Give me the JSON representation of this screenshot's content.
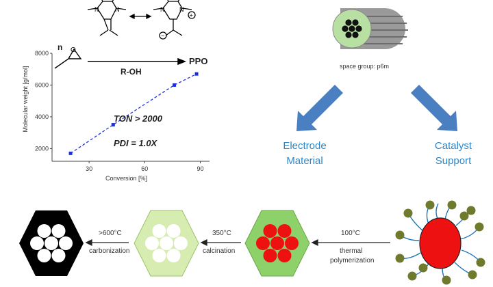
{
  "plot": {
    "reaction": {
      "monomer_label": "n",
      "product": "PPO",
      "reagent": "R-OH"
    },
    "annotations": {
      "ton": "TON > 2000",
      "pdi": "PDI = 1.0X"
    }
  },
  "chart_data": {
    "type": "scatter",
    "xlabel": "Conversion [%]",
    "ylabel": "Molecular weight  [g/mol]",
    "xticks": [
      "30",
      "60",
      "90"
    ],
    "yticks": [
      "2000",
      "4000",
      "6000",
      "8000"
    ],
    "xlim": [
      10,
      95
    ],
    "ylim": [
      1200,
      8000
    ],
    "x": [
      20,
      43,
      76,
      88
    ],
    "y": [
      1700,
      3500,
      6000,
      6700
    ],
    "trendline": "dashed"
  },
  "mesopore": {
    "space_group": "space group:  p6m",
    "targets": [
      {
        "line1": "Electrode",
        "line2": "Material"
      },
      {
        "line1": "Catalyst",
        "line2": "Support"
      }
    ]
  },
  "process": {
    "steps": [
      {
        "temp": "100°C",
        "line1": "thermal",
        "line2": "polymerization"
      },
      {
        "temp": "350°C",
        "line1": "calcination"
      },
      {
        "temp": ">600°C",
        "line1": "carbonization"
      }
    ]
  },
  "colors": {
    "data_point": "#1f2fd6",
    "arrow_blue": "#4a7fc1",
    "hex_green_fill": "#d7ecb0",
    "hex_green_stroke": "#9bc46a",
    "red": "#ee1111",
    "micelle_ball": "#6f7a2e",
    "chain": "#2277bb"
  }
}
